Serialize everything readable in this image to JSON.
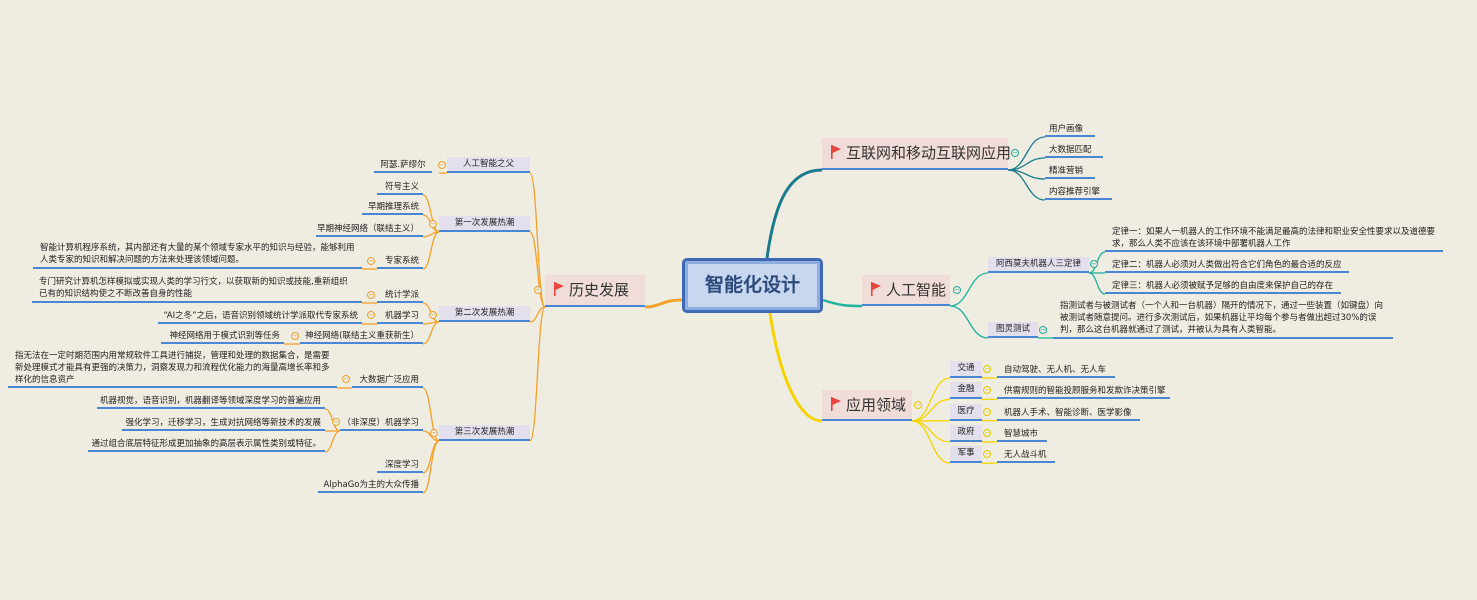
{
  "root": "智能化设计",
  "colors": {
    "history": "#f5a12a",
    "internet": "#1b7b8a",
    "ai": "#1fb29e",
    "apps": "#f5d400",
    "underline": "#4a86d4",
    "flag": "#e8453c"
  },
  "history": {
    "label": "历史发展",
    "father": {
      "label": "人工智能之父",
      "child": "阿瑟.萨缪尔"
    },
    "wave1": {
      "label": "第一次发展热潮",
      "items": [
        "符号主义",
        "早期推理系统",
        "早期神经网络（联结主义）",
        "专家系统"
      ],
      "expert_desc": "智能计算机程序系统，其内部还有大量的某个领域专家水平的知识与经验，能够利用人类专家的知识和解决问题的方法来处理该领域问题。"
    },
    "wave2": {
      "label": "第二次发展热潮",
      "items": [
        "统计学派",
        "机器学习",
        "神经网络(联结主义重获新生）"
      ],
      "descs": [
        "专门研究计算机怎样模拟或实现人类的学习行文，以获取新的知识或技能,重新组织已有的知识结构使之不断改善自身的性能",
        "“AI之冬”之后，语音识别领域统计学派取代专家系统",
        "神经网络用于模式识别等任务"
      ]
    },
    "wave3": {
      "label": "第三次发展热潮",
      "items": [
        "大数据广泛应用",
        "（非深度）机器学习",
        "深度学习",
        "AlphaGo为主的大众传播"
      ],
      "bigdata_desc": "指无法在一定时期范围内用常规软件工具进行捕捉，管理和处理的数据集合，是需要新处理模式才能具有更强的决策力，洞察发现力和流程优化能力的海量高增长率和多样化的信息资产",
      "ml_descs": [
        "机器视觉，语音识别，机器翻译等领域深度学习的普遍应用",
        "强化学习，迁移学习，生成对抗网络等新技术的发展",
        "通过组合底层特征形成更加抽象的高层表示属性类别或特征。"
      ]
    }
  },
  "internet": {
    "label": "互联网和移动互联网应用",
    "items": [
      "用户画像",
      "大数据匹配",
      "精准营销",
      "内容推荐引擎"
    ]
  },
  "ai": {
    "label": "人工智能",
    "asimov": {
      "label": "阿西莫夫机器人三定律",
      "laws": [
        "定律一：如果人一机器人的工作环境不能满足最高的法律和职业安全性要求以及道德要求，那么人类不应该在该环境中部署机器人工作",
        "定律二：机器人必须对人类做出符合它们角色的最合适的反应",
        "定律三：机器人必须被赋予足够的自由度来保护自己的存在"
      ]
    },
    "turing": {
      "label": "图灵测试",
      "desc": "指测试者与被测试者（一个人和一台机器）隔开的情况下，通过一些装置（如键盘）向被测试者随意提问。进行多次测试后，如果机器让平均每个参与者做出超过30%的误判，那么这台机器就通过了测试，并被认为具有人类智能。"
    }
  },
  "apps": {
    "label": "应用领域",
    "items": [
      {
        "k": "交通",
        "v": "自动驾驶、无人机、无人车"
      },
      {
        "k": "金融",
        "v": "供需规则的智能投顾服务和发欺诈决策引擎"
      },
      {
        "k": "医疗",
        "v": "机器人手术、智能诊断、医学影像"
      },
      {
        "k": "政府",
        "v": "智慧城市"
      },
      {
        "k": "军事",
        "v": "无人战斗机"
      }
    ]
  }
}
